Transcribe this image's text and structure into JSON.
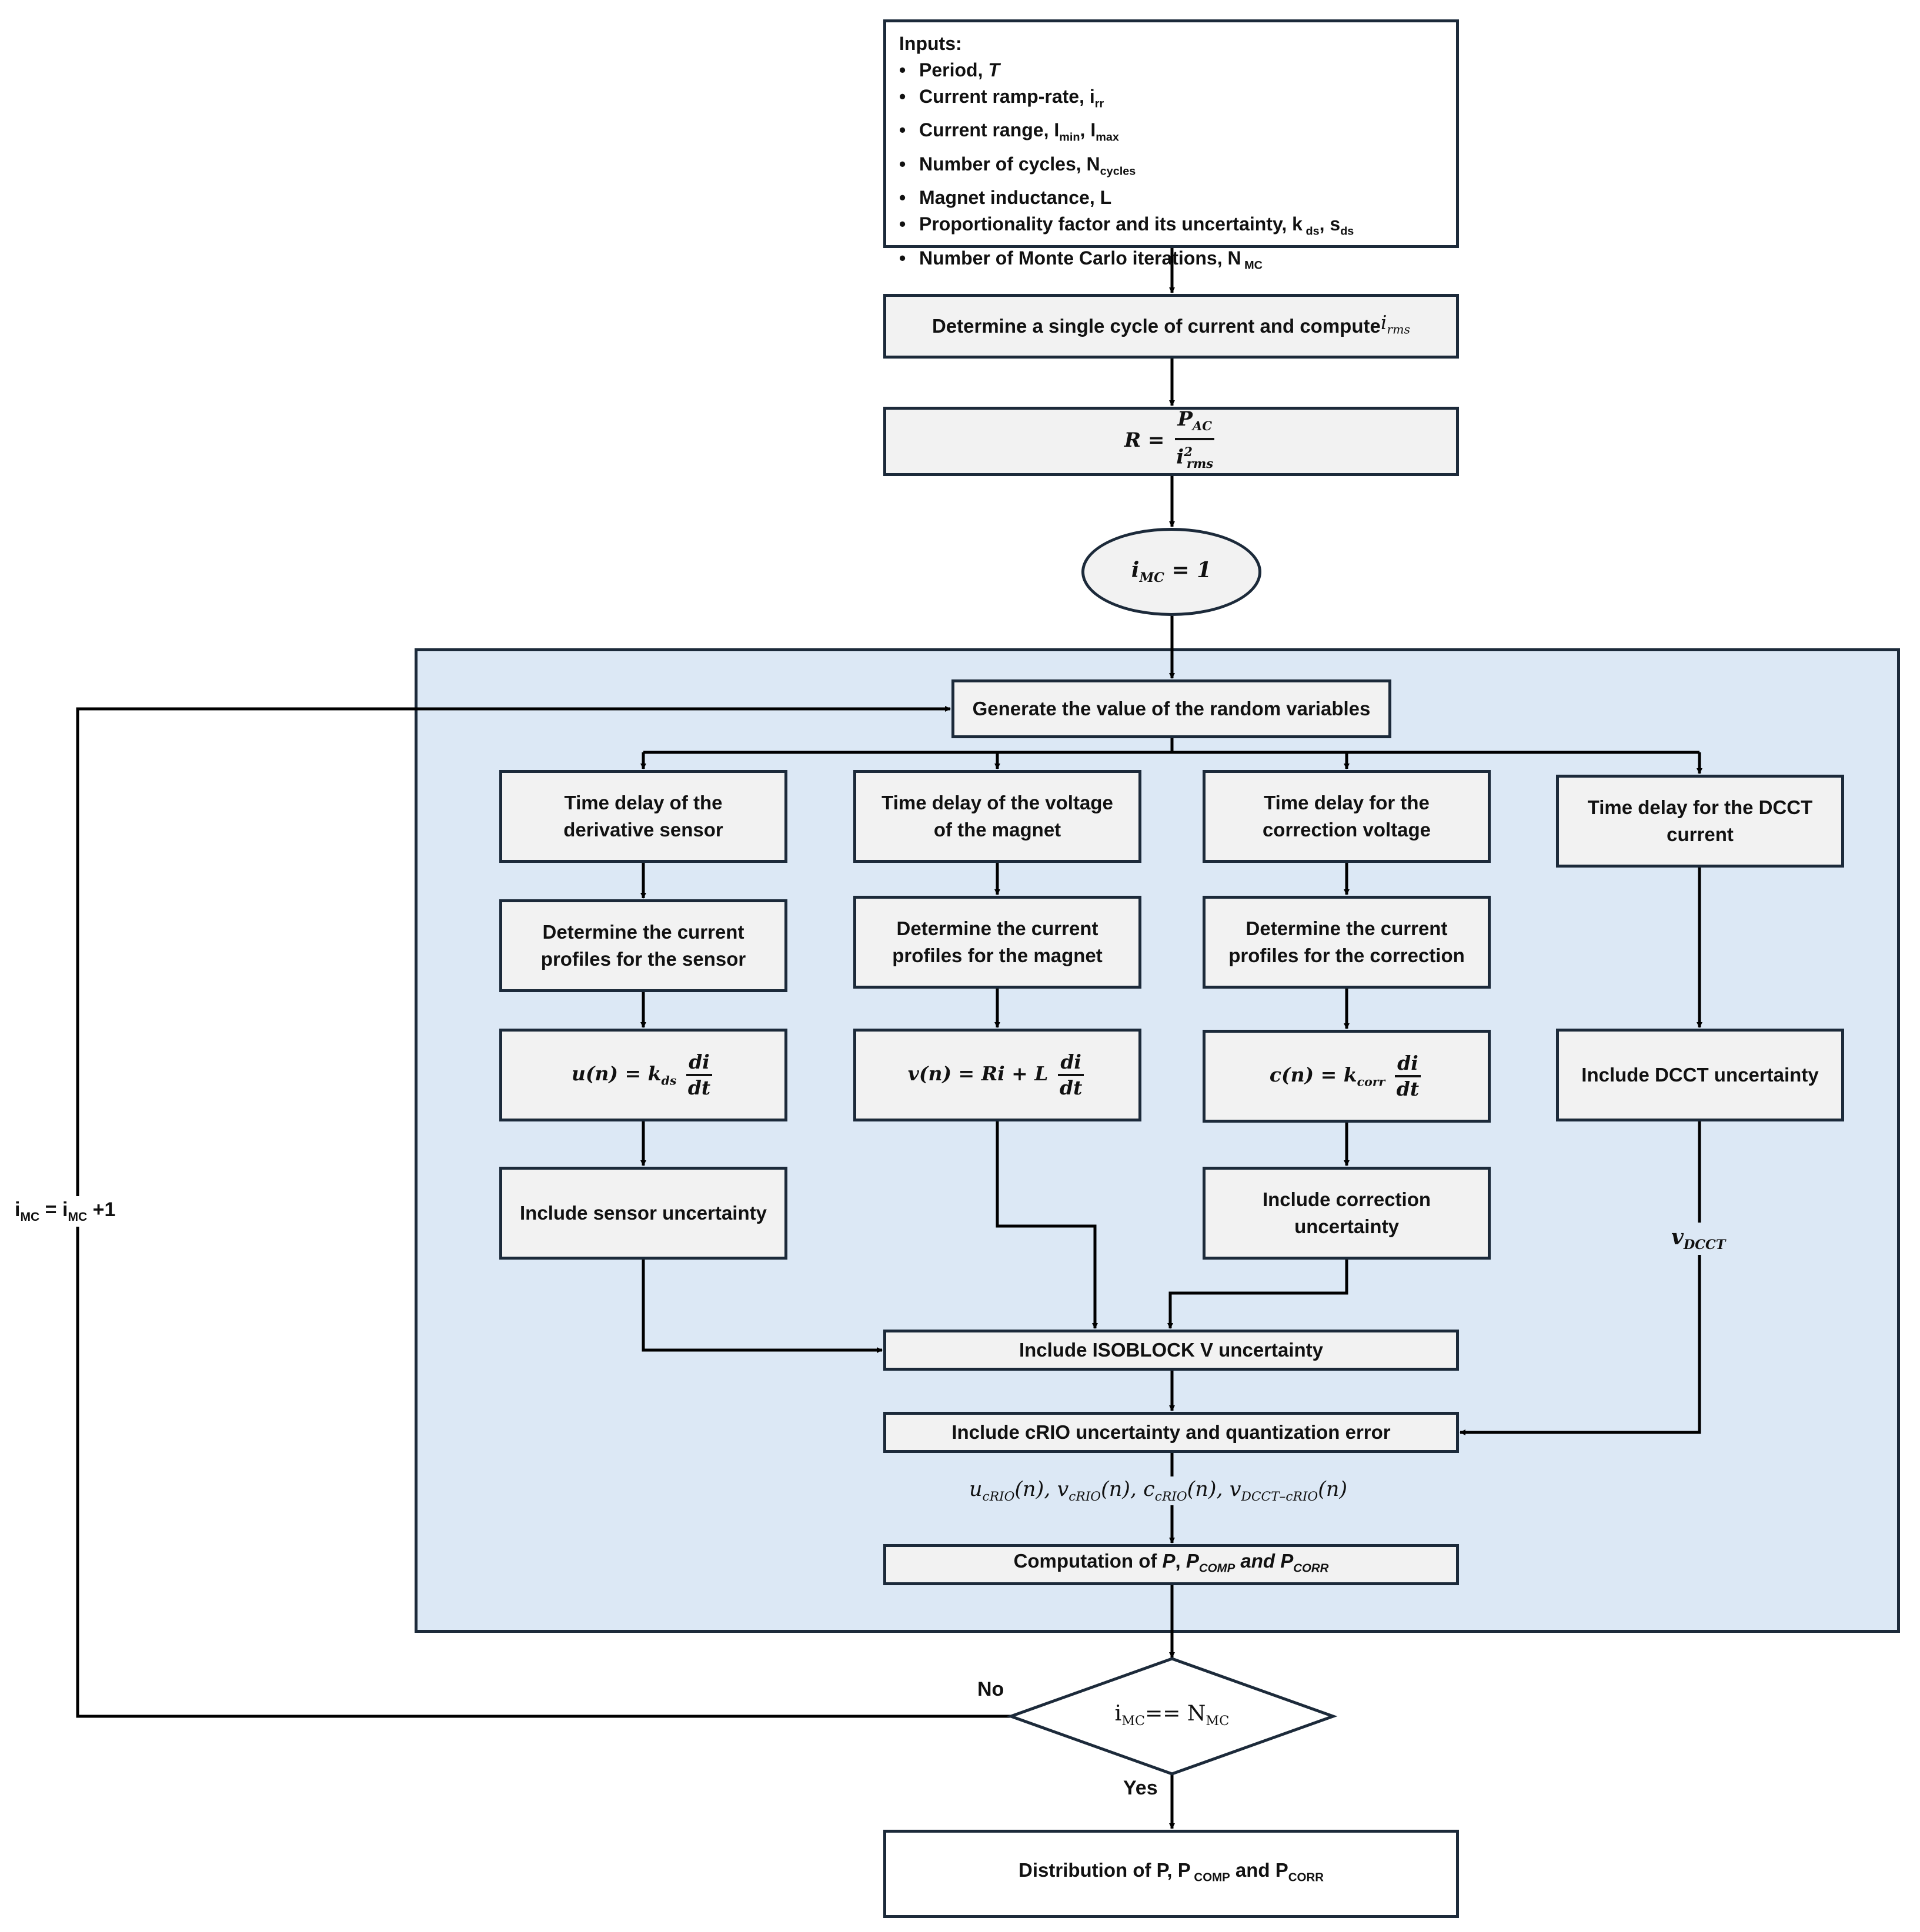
{
  "inputs": {
    "title": "Inputs:",
    "items": [
      {
        "text": "Period, ",
        "italic": "T"
      },
      {
        "text": "Current ramp-rate, i",
        "sub": "rr"
      },
      {
        "text": "Current range, I",
        "sub": "min",
        "text2": ", I",
        "sub2": "max"
      },
      {
        "text": "Number of cycles, N",
        "sub": "cycles"
      },
      {
        "text": "Magnet inductance, L"
      },
      {
        "text": "Proportionality factor and its uncertainty, k",
        "sub": " ds",
        "text2": ", s",
        "sub2": "ds"
      },
      {
        "text": "Number of Monte Carlo iterations, N",
        "sub": " MC"
      }
    ]
  },
  "steps": {
    "determine_cycle": "Determine  a single cycle of current and compute ",
    "determine_cycle_var": "i",
    "determine_cycle_var_sub": "rms",
    "resistance": {
      "lhs": "R = ",
      "num": "P",
      "num_sub": "AC",
      "den": "i",
      "den_sup": "2",
      "den_sub": "rms"
    },
    "init": {
      "var": "i",
      "sub": "MC",
      "rhs": " = 1"
    },
    "generate": "Generate the value of the random variables",
    "sensor_delay": "Time delay of the derivative sensor",
    "magnet_delay": "Time delay of the voltage of the magnet",
    "correction_delay": "Time delay for the correction voltage",
    "dcct_delay": "Time delay for the DCCT current",
    "sensor_profile": "Determine  the current profiles for the sensor",
    "magnet_profile": "Determine  the current profiles for the magnet",
    "correction_profile": "Determine  the current profiles for the correction",
    "sensor_eq": {
      "lhs": "u(n) =  k",
      "sub": "ds",
      "num": "di",
      "den": "dt"
    },
    "magnet_eq": {
      "lhs": "v(n) =  Ri  +  L",
      "num": "di",
      "den": "dt"
    },
    "correction_eq": {
      "lhs": "c(n) =  k",
      "sub": "corr",
      "num": "di",
      "den": "dt"
    },
    "dcct_uncertainty": "Include DCCT uncertainty",
    "sensor_uncertainty": "Include sensor uncertainty",
    "correction_uncertainty": "Include correction uncertainty",
    "dcct_signal": {
      "var": "v",
      "sub": "DCCT"
    },
    "isoblock": "Include ISOBLOCK  V uncertainty",
    "crio": "Include cRIO uncertainty and quantization error",
    "crio_signals": "u<sub>cRIO</sub>(n), v<sub>cRIO</sub>(n), c<sub>cRIO</sub>(n), v<sub>DCCT–cRIO</sub>(n)",
    "computation": {
      "text": "Computation of ",
      "p": "P",
      "sep": ", ",
      "p2": "P",
      "sub2": "COMP",
      "and": " and ",
      "p3": "P",
      "sub3": "CORR"
    },
    "decision": {
      "var": "i",
      "sub": "MC",
      "op": "== N",
      "sub2": "MC"
    },
    "increment": {
      "a": "i",
      "a_sub": "MC",
      "eq": " = i",
      "b_sub": "MC",
      "rest": " +1"
    },
    "no_label": "No",
    "yes_label": "Yes",
    "result": {
      "text": "Distribution of P, P",
      "sub": " COMP",
      "and": " and P",
      "sub2": "CORR"
    }
  },
  "colors": {
    "container_fill": "#dce8f5",
    "box_fill": "#f2f2f2",
    "border": "#1c2a3a",
    "arrow": "#000000"
  }
}
